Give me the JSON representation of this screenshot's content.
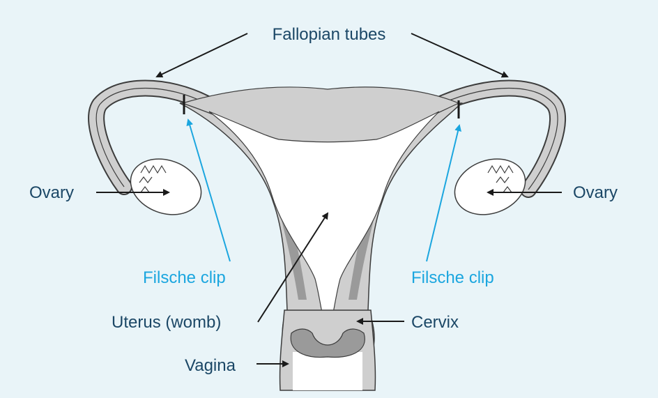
{
  "labels": {
    "fallopian_tubes": "Fallopian tubes",
    "ovary_left": "Ovary",
    "ovary_right": "Ovary",
    "clip_left": "Filsche clip",
    "clip_right": "Filsche clip",
    "uterus": "Uterus (womb)",
    "cervix": "Cervix",
    "vagina": "Vagina"
  },
  "colors": {
    "background": "#e9f4f8",
    "label_dark": "#1b4766",
    "label_clip": "#1ba6df",
    "tissue_light": "#d4d4d4",
    "tissue_mid": "#bcbcbc",
    "tissue_dark": "#9a9a9a",
    "cavity": "#ffffff",
    "outline": "#3c3c3c"
  }
}
